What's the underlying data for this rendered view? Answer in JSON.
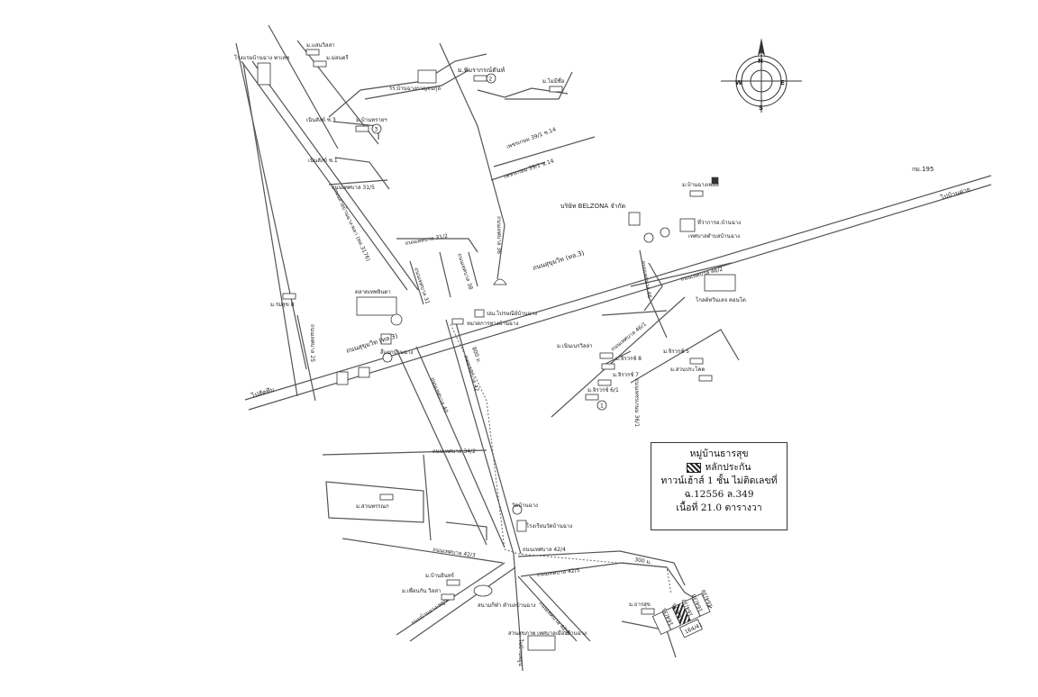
{
  "legend": {
    "title": "หมู่บ้านธารสุข",
    "marker_label": "หลักประกัน",
    "description": "ทาวน์เฮ้าส์ 1 ชั้น ไม่ติดเลขที่",
    "deed": "ฉ.12556 ล.349",
    "area": "เนื้อที่ 21.0 ตารางวา"
  },
  "compass": {
    "n": "N",
    "e": "E",
    "s": "S",
    "w": "W"
  },
  "labels": {
    "sukhumvit_main": "ถนนสุขุมวิท (ทล.3)",
    "sukhumvit_lower": "ถนนสุขุมวิท (ทล.3)",
    "to_sattahip": "ไปสัตหีบ",
    "to_ban_khai": "ไปบ้านค่าย",
    "km195": "กม.195",
    "phimpha_road": "ถนนสายบ้านฉาง-พลา (ทล.3176)",
    "tesaban31_5": "ถนนเทศบาล 31/5",
    "tesaban31_2": "ถนนเทศบาล 31/2",
    "tesaban31": "ถนนเทศบาล 31",
    "tesaban38": "ถนนเทศบาล 38",
    "tesaban36": "ถนนเทศบาล 36",
    "tesaban25": "ถนนเทศบาล 25",
    "tesaban40": "ถนนเทศบาล 40",
    "tesaban42": "ถนนเทศบาล 42",
    "tesaban34_2": "ถนนเทศบาล 34/2",
    "tesaban42_3": "ถนนเทศบาล 42/3",
    "tesaban42_4": "ถนนเทศบาล 42/4",
    "tesaban42_5": "ถนนเทศบาล 42/5",
    "tesaban42_6": "ถนนเทศบาล 42/6",
    "tesaban46": "ถนนเทศบาล 46",
    "tesaban46_2": "ถนนเทศบาล 46/2",
    "tesaban46_1": "ถนนเทศบาล 46/1",
    "phet_road": "ถนนเพชรเกษม 36/1",
    "soi_14": "เพชรเกษม 39/1 ซ.14",
    "soi_14b": "เพชรเกษม 39/1 ซ.14",
    "banchang_phun": "ถนนบ้านฉาง-พยูน",
    "to_phayun": "ไปบ้านพยูน",
    "dist_800": "800 ม.",
    "dist_300": "300 ม.",
    "moo_saengwilla": "ม.แสนวิลล่า",
    "moo_montree": "ม.ม่อนตรี",
    "rongraem": "โรงแรมบ้านฉาง พาเลซ",
    "moo_phimrakorn": "ม.พิมรากรณ์ตันท์",
    "moo_maisue": "ม.ไม่มีชื่อ",
    "school": "รร.บ้านฉางกาญจนกุล",
    "moo_bansai": "ม.บ้านทรายฯ",
    "nernsangha3": "เนินสังข์ ซ.3",
    "nernsangha1": "เนินสังข์ ซ.1",
    "moo_banchangfels": "ม.บ้านฉางเพลส",
    "belzona": "บริษัท BELZONA จำกัด",
    "district_office": "ที่ว่าการอ.บ้านฉาง",
    "municipality": "เทศบาลตำบลบ้านฉาง",
    "condo": "โกลด์ทวินเลจ คอนโด",
    "market": "ตลาดเทพจินดา",
    "moo_romsuk": "ม.ร่มสุข 8",
    "post_office": "ปณ.ไปรษณีย์บ้านฉาง",
    "highway_dept": "หมวดการทางบ้านฉาง",
    "intersection": "สี่แยกบ้านฉาง",
    "moo_nernwilla": "ม.เนินเนรวิลล่า",
    "moo_jiraworn8": "ม.จิรวรช์ 8",
    "moo_jiraworn7": "ม.จิรวรช์ 7",
    "moo_jiraworn6": "ม.จิรวรช์ 6/1",
    "moo_jiraworn5": "ม.จิรวรช์ 5",
    "moo_suanprakot": "ม.สวนประโคต",
    "moo_suanpharin": "ม.สวนพรรณก",
    "wat": "วัดบ้านฉาง",
    "wat_school": "โรงเรียนวัดบ้านฉาง",
    "moo_baninth": "ม.บ้านอินทร์",
    "moo_pheunkan": "ม.เพื่อนกัน วิลล่า",
    "stadium": "สนามกีฬา ตำบลบ้านฉาง",
    "park": "สวนสุขภาพ เทศบาลเมืองบ้านฉาง",
    "moo_tharnsuk": "ม.ธารสุข",
    "units": [
      "164/35",
      "164/36",
      "164/37",
      "164/38",
      "164/39",
      "164/41"
    ]
  },
  "markers": {
    "one": "1",
    "two": "2",
    "three": "3"
  }
}
